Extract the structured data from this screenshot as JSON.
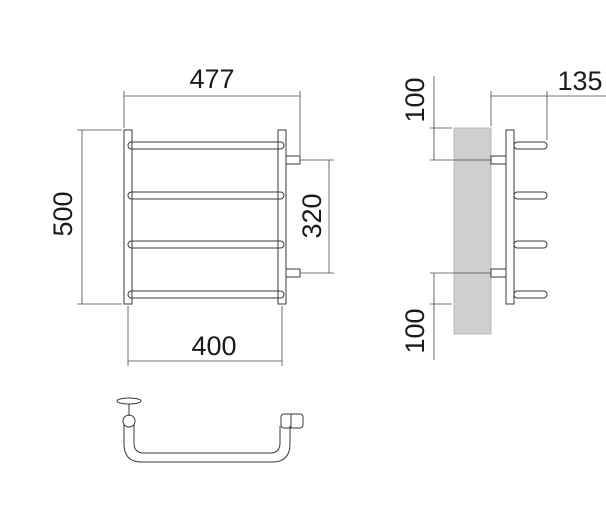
{
  "dimensions": {
    "total_width": "477",
    "height": "500",
    "connection_spacing": "320",
    "bar_width": "400",
    "depth": "135",
    "top_offset": "100",
    "bottom_offset": "100"
  },
  "colors": {
    "line": "#3a3a3a",
    "wall": "#cfcfcf",
    "background": "#ffffff"
  }
}
